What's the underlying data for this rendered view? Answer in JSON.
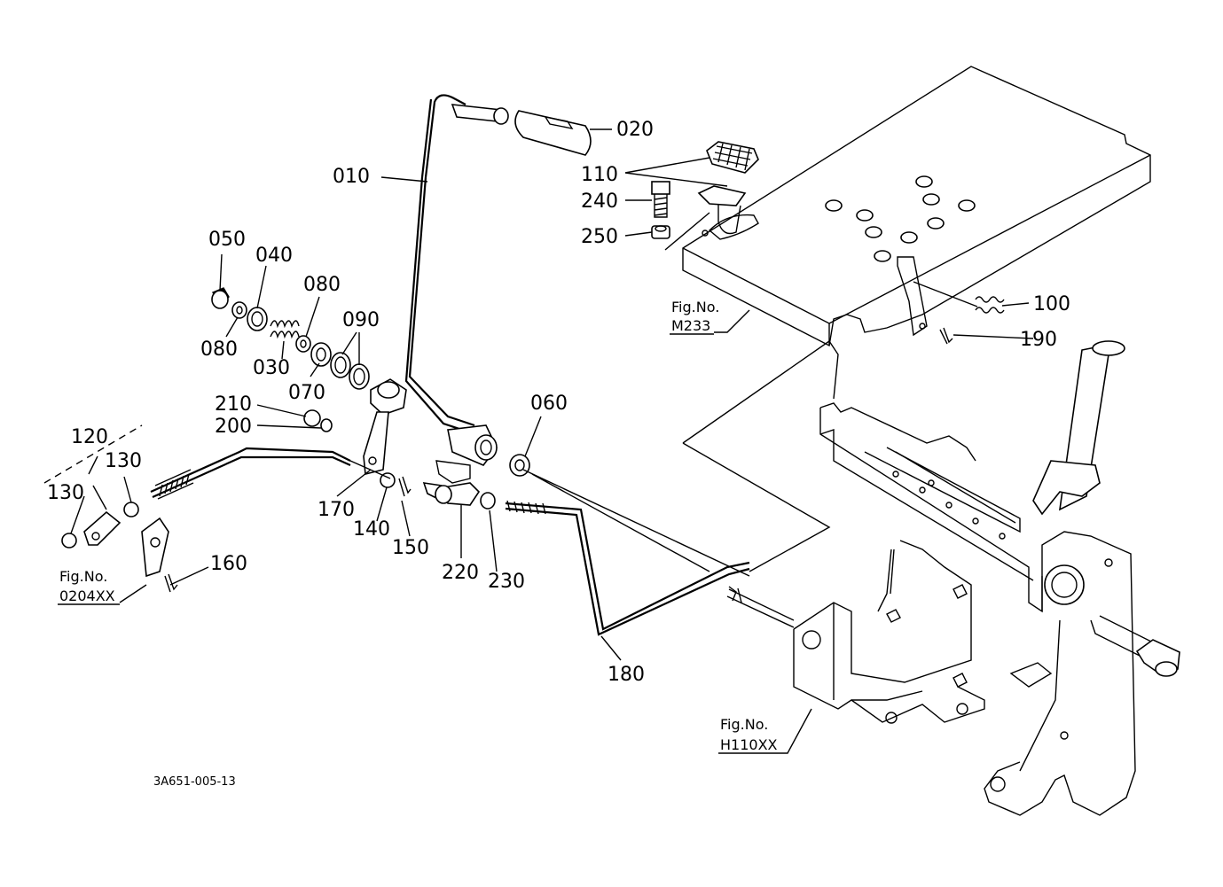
{
  "labels": {
    "p010": "010",
    "p020": "020",
    "p030": "030",
    "p040": "040",
    "p050": "050",
    "p060": "060",
    "p070": "070",
    "p080a": "080",
    "p080b": "080",
    "p090": "090",
    "p100": "100",
    "p110": "110",
    "p120": "120",
    "p130a": "130",
    "p130b": "130",
    "p140": "140",
    "p150": "150",
    "p160": "160",
    "p170": "170",
    "p180": "180",
    "p190": "190",
    "p200": "200",
    "p210": "210",
    "p220": "220",
    "p230": "230",
    "p240": "240",
    "p250": "250"
  },
  "refs": {
    "m233_title": "Fig.No.",
    "m233_code": "M233",
    "f0204_title": "Fig.No.",
    "f0204_code": "0204XX",
    "h110_title": "Fig.No.",
    "h110_code": "H110XX"
  },
  "drawing_code": "3A651-005-13"
}
